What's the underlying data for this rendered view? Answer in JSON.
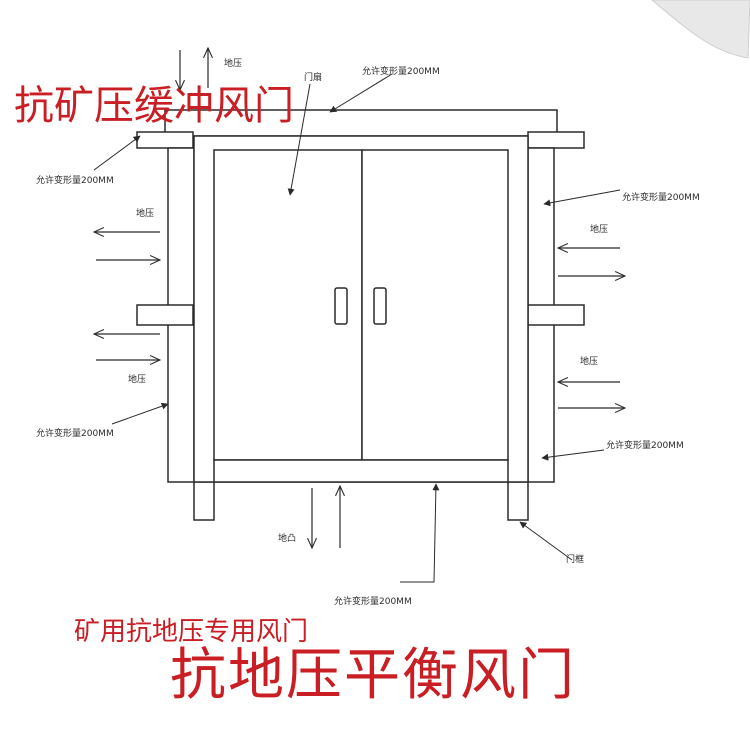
{
  "colors": {
    "line": "#2b2b2b",
    "accent_red": "#c81e24",
    "frame_fill": "#ffffff",
    "page_edge": "#cfcfcf"
  },
  "titles": {
    "top": "抗矿压缓冲风门",
    "subtitle": "矿用抗地压专用风门",
    "bottom": "抗地压平衡风门"
  },
  "labels": {
    "ground_pressure": "地压",
    "door_leaf": "门扇",
    "door_frame": "门框",
    "ground_bulge": "地凸",
    "allowed_deformation": "允许变形量200MM"
  }
}
